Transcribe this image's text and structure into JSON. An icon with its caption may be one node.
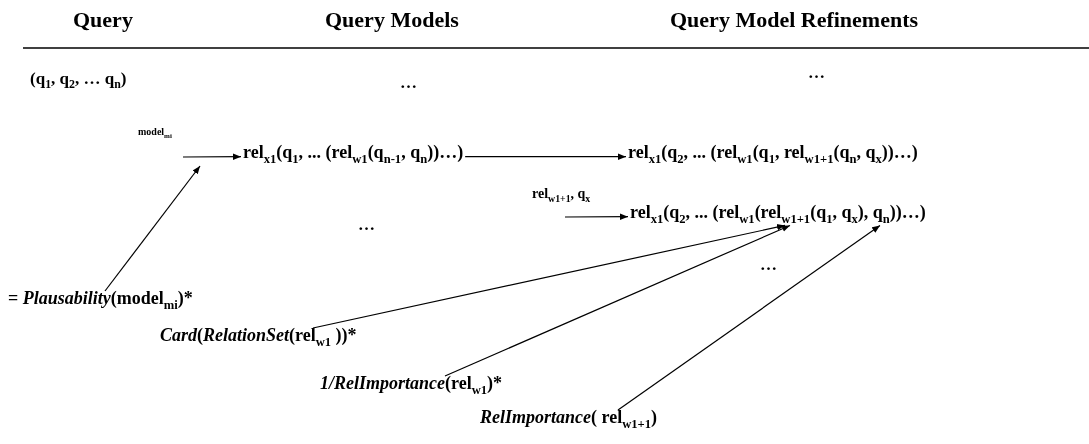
{
  "diagram": {
    "nodes": [
      {
        "text": [
          "rel$_{x1}$(q$_{1}$, ... (rel$_{w1}$(q$_{n-1}$, q$_{n}$))…)"
        ]
      },
      {
        "text": [
          "rel$_{x1}$(q$_{2}$, ... (rel$_{w1}$(q$_{1}$, rel$_{w1+1}$(q$_{n}$, q$_{x}$))…)"
        ]
      },
      {
        "text": [
          "rel$_{x1}$(q$_{2}$, ... (rel$_{w1}$(rel$_{w1+1}$(q$_{1}$, q$_{x}$), q$_{n}$))…)"
        ]
      },
      {
        "text": [
          "= *Plausability*(model$_{mi}$)*"
        ]
      },
      {
        "text": [
          "*Card*(*RelationSet*(rel$_{w1}$ ))*"
        ]
      },
      {
        "text": [
          "*1/RelImportance*(rel$_{w1}$)*"
        ]
      },
      {
        "text": [
          "*RelImportance*( rel$_{w1+1}$)"
        ]
      }
    ],
    "edges": [
      {
        "from": null,
        "to": 0,
        "arrow": "to",
        "label": "model$_{mi}$"
      },
      {
        "from": 0,
        "to": 1,
        "arrow": "to"
      },
      {
        "from": null,
        "to": 2,
        "arrow": "to",
        "label": "rel$_{w1+1}$, q$_{x}$"
      },
      {
        "from": 3,
        "to": null,
        "arrow": "to"
      },
      {
        "from": 4,
        "to": 2,
        "arrow": "to"
      },
      {
        "from": 5,
        "to": 2,
        "arrow": "to"
      },
      {
        "from": 6,
        "to": 2,
        "arrow": "to"
      }
    ],
    "labels": [
      "Query",
      "Query Models",
      "Query Model Refinements",
      "(q$_{1}$, q$_{2}$, … q$_{n}$)",
      "…",
      "…",
      "…",
      "…"
    ]
  }
}
